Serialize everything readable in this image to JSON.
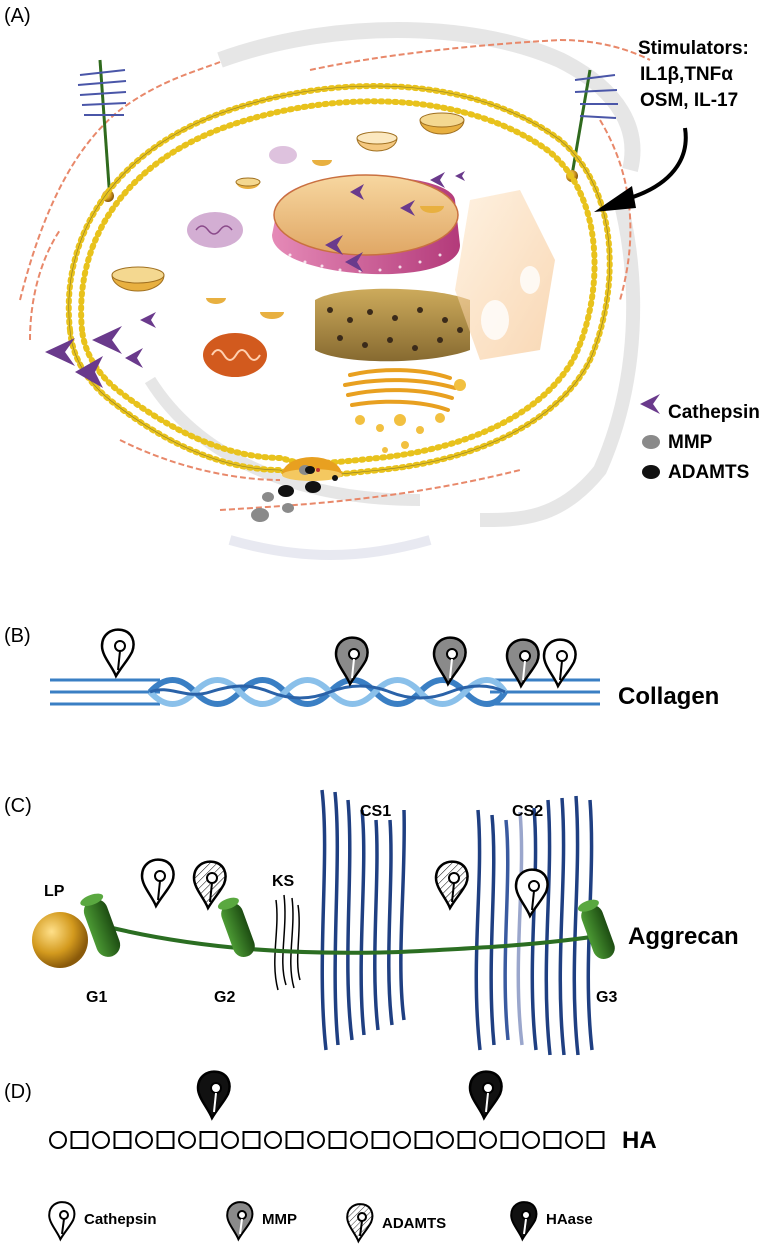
{
  "panels": {
    "a": "(A)",
    "b": "(B)",
    "c": "(C)",
    "d": "(D)"
  },
  "stimulators": {
    "title": "Stimulators:",
    "line1": "IL1β,TNFα",
    "line2": "OSM, IL-17"
  },
  "legend_a": [
    {
      "label": "Cathepsin",
      "icon": "cathepsin-crescent-icon",
      "color": "#6a3a8c"
    },
    {
      "label": "MMP",
      "icon": "mmp-dot-icon",
      "color": "#8a8a8a"
    },
    {
      "label": "ADAMTS",
      "icon": "adamts-dot-icon",
      "color": "#111111"
    }
  ],
  "collagen_label": "Collagen",
  "aggrecan": {
    "label": "Aggrecan",
    "lp": "LP",
    "g1": "G1",
    "g2": "G2",
    "g3": "G3",
    "ks": "KS",
    "cs1": "CS1",
    "cs2": "CS2"
  },
  "ha_label": "HA",
  "legend_bottom": [
    {
      "label": "Cathepsin",
      "icon": "cathepsin-scissor-icon"
    },
    {
      "label": "MMP",
      "icon": "mmp-scissor-icon"
    },
    {
      "label": "ADAMTS",
      "icon": "adamts-scissor-icon"
    },
    {
      "label": "HAase",
      "icon": "haase-scissor-icon"
    }
  ],
  "colors": {
    "membrane": "#e8c21c",
    "collagen_red": "#e8886a",
    "helix_blue": "#3a7fc4",
    "cs_blue": "#1f3f82",
    "core_green": "#2b6e22",
    "g_domain": "#2f6a1e",
    "lp_gold": "#c8901a",
    "cathepsin_purple": "#6a3a8c"
  }
}
